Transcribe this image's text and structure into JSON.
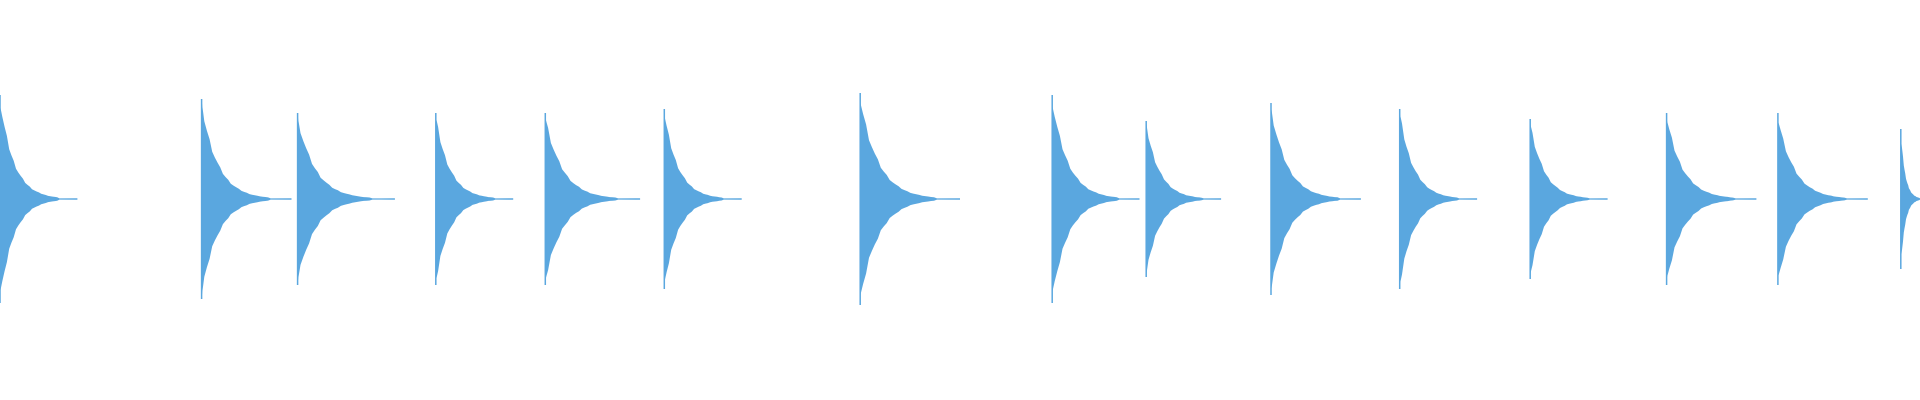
{
  "waveform": {
    "color": "#5aa7df",
    "background": "#ffffff",
    "peak_amplitude": 0.25,
    "onsets": [
      {
        "time": 0.0,
        "amplitude": 0.26,
        "length": 0.031
      },
      {
        "time": 0.105,
        "amplitude": 0.25,
        "length": 0.036
      },
      {
        "time": 0.155,
        "amplitude": 0.215,
        "length": 0.039
      },
      {
        "time": 0.227,
        "amplitude": 0.215,
        "length": 0.031
      },
      {
        "time": 0.284,
        "amplitude": 0.215,
        "length": 0.038
      },
      {
        "time": 0.346,
        "amplitude": 0.225,
        "length": 0.031
      },
      {
        "time": 0.448,
        "amplitude": 0.265,
        "length": 0.04
      },
      {
        "time": 0.548,
        "amplitude": 0.26,
        "length": 0.035
      },
      {
        "time": 0.597,
        "amplitude": 0.195,
        "length": 0.03
      },
      {
        "time": 0.662,
        "amplitude": 0.24,
        "length": 0.036
      },
      {
        "time": 0.729,
        "amplitude": 0.225,
        "length": 0.031
      },
      {
        "time": 0.797,
        "amplitude": 0.2,
        "length": 0.031
      },
      {
        "time": 0.868,
        "amplitude": 0.215,
        "length": 0.036
      },
      {
        "time": 0.926,
        "amplitude": 0.215,
        "length": 0.036
      },
      {
        "time": 0.99,
        "amplitude": 0.175,
        "length": 0.01
      }
    ]
  }
}
